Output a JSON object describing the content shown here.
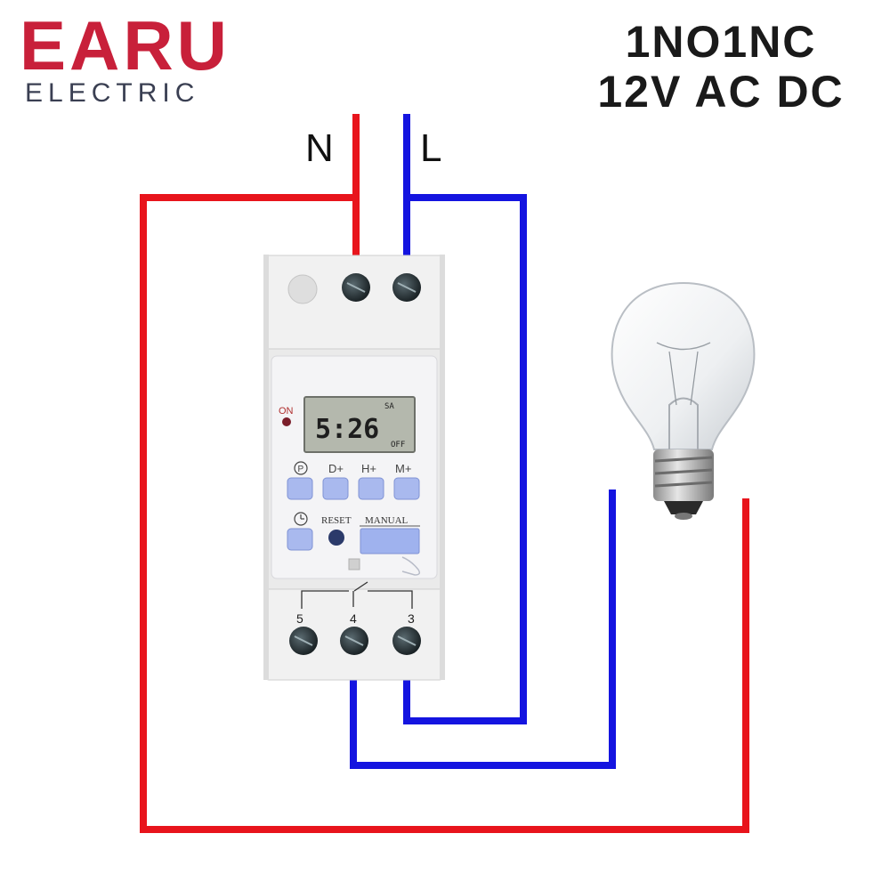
{
  "brand": {
    "name": "EARU",
    "subtitle": "ELECTRIC",
    "color": "#c8203a",
    "subcolor": "#3a3f52"
  },
  "spec": {
    "contacts": "1NO1NC",
    "voltage": "12V AC DC"
  },
  "terminals_top": {
    "neutral": "N",
    "line": "L"
  },
  "timer": {
    "led_label": "ON",
    "display": {
      "time": "5:26",
      "day": "SA",
      "state": "OFF"
    },
    "buttons": {
      "program": "P",
      "day": "D+",
      "hour": "H+",
      "minute": "M+",
      "clock": "clock",
      "reset": "RESET",
      "manual": "MANUAL"
    },
    "terminal_numbers": {
      "t5": "5",
      "t4": "4",
      "t3": "3"
    }
  },
  "wires": {
    "neutral_color": "#e8141c",
    "line_color": "#1414e0"
  },
  "icons": [
    "lightbulb-icon",
    "hand-icon",
    "clock-icon"
  ]
}
